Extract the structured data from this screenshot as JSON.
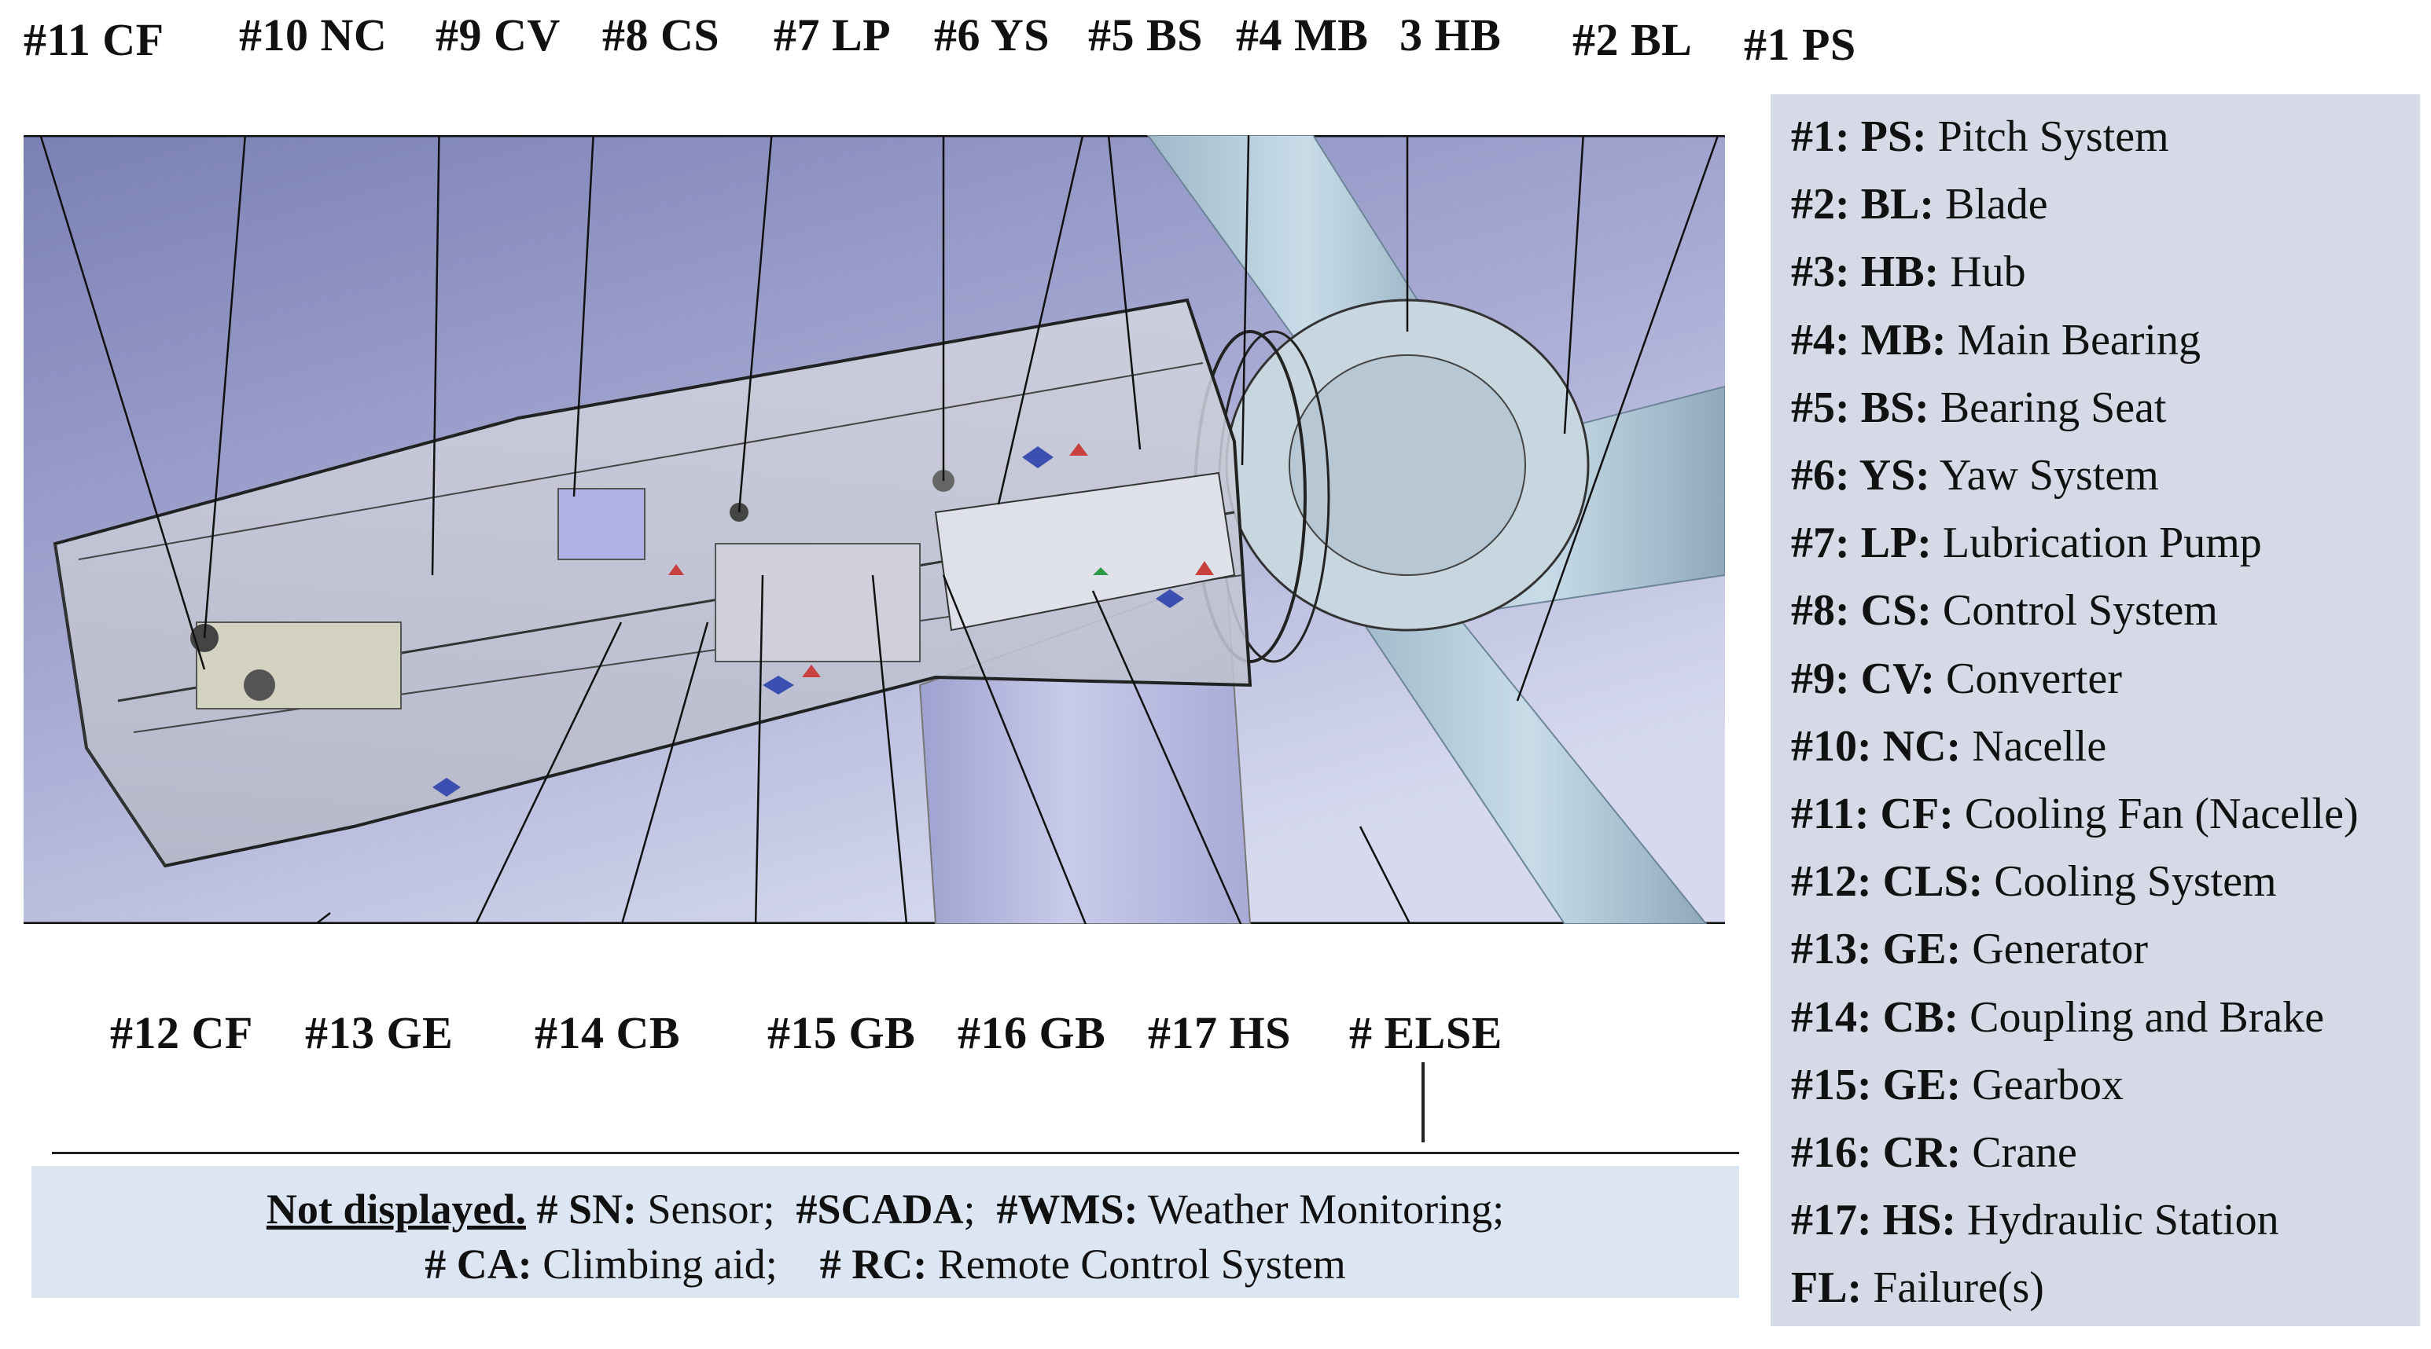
{
  "top_labels": [
    "#11 CF",
    "#10 NC",
    "#9 CV",
    "#8 CS",
    "#7 LP",
    "#6 YS",
    "#5 BS",
    "#4 MB",
    "3 HB",
    "#2 BL",
    "#1 PS"
  ],
  "bottom_labels": [
    "#12 CF",
    "#13 GE",
    "#14 CB",
    "#15 GB",
    "#16 GB",
    "#17 HS",
    "# ELSE"
  ],
  "legend": [
    {
      "code": "#1: PS:",
      "text": "Pitch System"
    },
    {
      "code": "#2: BL:",
      "text": "Blade"
    },
    {
      "code": "#3: HB:",
      "text": "Hub"
    },
    {
      "code": "#4: MB:",
      "text": "Main Bearing"
    },
    {
      "code": "#5: BS:",
      "text": "Bearing Seat"
    },
    {
      "code": "#6: YS:",
      "text": "Yaw System"
    },
    {
      "code": "#7: LP:",
      "text": "Lubrication Pump"
    },
    {
      "code": "#8: CS:",
      "text": "Control System"
    },
    {
      "code": "#9: CV:",
      "text": "Converter"
    },
    {
      "code": "#10: NC:",
      "text": "Nacelle"
    },
    {
      "code": "#11: CF:",
      "text": "Cooling Fan (Nacelle)"
    },
    {
      "code": "#12: CLS:",
      "text": "Cooling System"
    },
    {
      "code": "#13: GE:",
      "text": "Generator"
    },
    {
      "code": "#14: CB:",
      "text": "Coupling and Brake"
    },
    {
      "code": "#15: GE:",
      "text": "Gearbox"
    },
    {
      "code": "#16: CR:",
      "text": "Crane"
    },
    {
      "code": "#17:  HS:",
      "text": "Hydraulic Station"
    },
    {
      "code": "FL:",
      "text": "Failure(s)"
    }
  ],
  "note": {
    "heading": "Not displayed.",
    "sn_code": "# SN:",
    "sn_text": "Sensor;",
    "scada": "#SCADA",
    "scada_sep": ";",
    "wms_code": "#WMS:",
    "wms_text": "Weather Monitoring;",
    "ca_code": "# CA:",
    "ca_text": "Climbing aid;",
    "rc_code": "# RC:",
    "rc_text": "Remote Control System"
  },
  "colors": {
    "legend_bg": "#d6dae6",
    "note_bg": "#dce6f3",
    "sky_top": "#7f84b8",
    "sky_bottom": "#cfd3ea",
    "blade": "#aec6d4",
    "tower": "#b9bde0",
    "nacelle_glass": "#c9ccd8"
  }
}
